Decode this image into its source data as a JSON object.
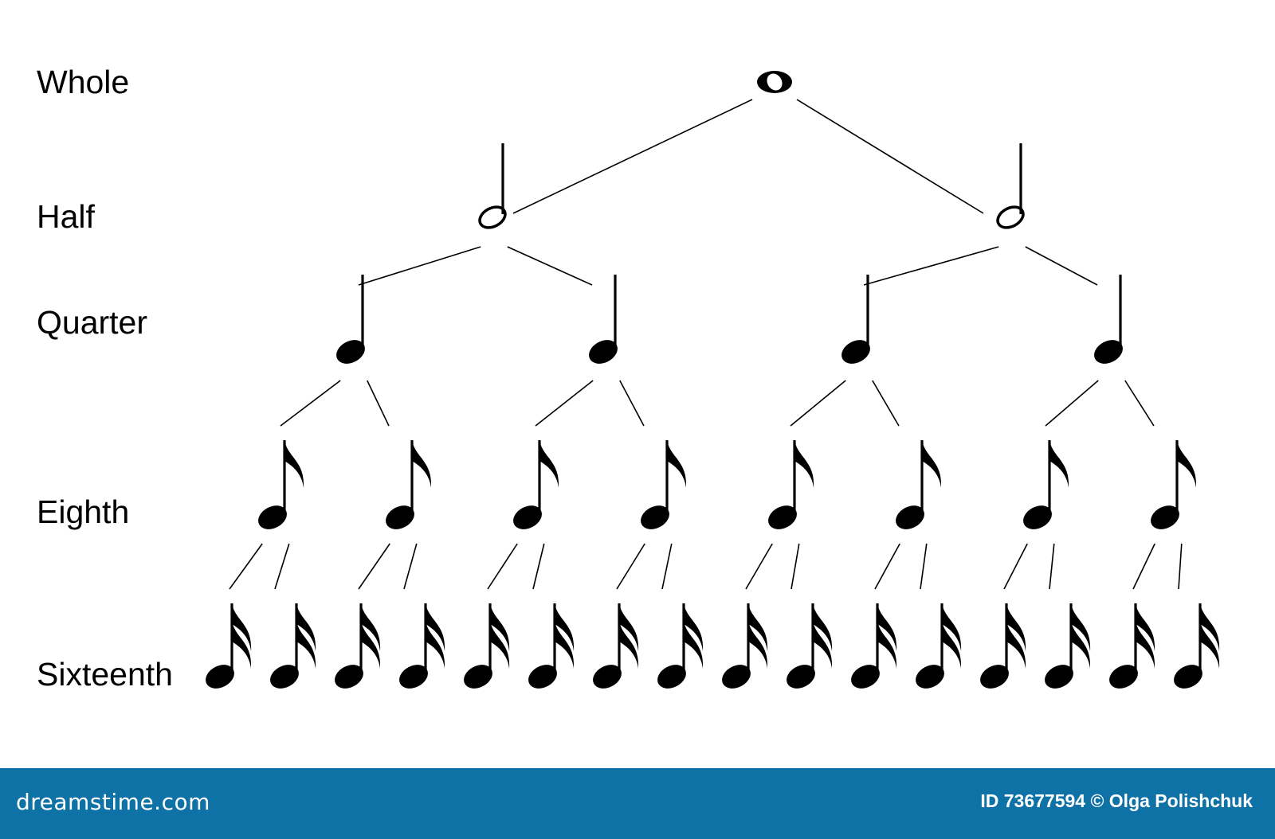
{
  "levels": [
    {
      "label": "Whole",
      "note_type": "whole",
      "count": 1
    },
    {
      "label": "Half",
      "note_type": "half",
      "count": 2
    },
    {
      "label": "Quarter",
      "note_type": "quarter",
      "count": 4
    },
    {
      "label": "Eighth",
      "note_type": "eighth",
      "count": 8
    },
    {
      "label": "Sixteenth",
      "note_type": "sixteenth",
      "count": 16
    }
  ],
  "footer": {
    "site_logo": "dreamstime.com",
    "credit": "ID 73677594 © Olga Polishchuk"
  },
  "colors": {
    "notes": "#000000",
    "footer_background": "#0f72a6",
    "footer_text": "#ffffff"
  }
}
